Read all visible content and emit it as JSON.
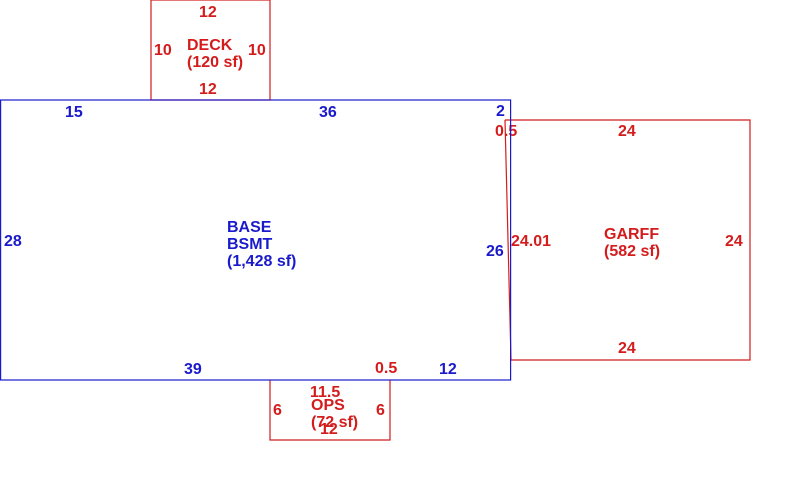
{
  "colors": {
    "main": "#1a1acc",
    "addition": "#d41c1c"
  },
  "areas": {
    "deck": {
      "name": "DECK",
      "area": "(120 sf)",
      "dim_top": "12",
      "dim_bottom": "12",
      "dim_left": "10",
      "dim_right": "10"
    },
    "base": {
      "name_line1": "BASE",
      "name_line2": "BSMT",
      "area": "(1,428 sf)",
      "dim_top_left": "15",
      "dim_top_mid": "36",
      "dim_top_right": "2",
      "dim_left": "28",
      "dim_right": "26",
      "dim_bottom_left": "39",
      "dim_bottom_right": "12"
    },
    "garff": {
      "name": "GARFF",
      "area": "(582 sf)",
      "dim_top": "24",
      "dim_bottom": "24",
      "dim_right": "24",
      "dim_left": "24.01",
      "dim_corner": "0.5"
    },
    "ops": {
      "name": "OPS",
      "area": "(72 sf)",
      "dim_top": "11.5",
      "dim_bottom": "12",
      "dim_left": "6",
      "dim_right": "6",
      "dim_corner": "0.5"
    }
  }
}
